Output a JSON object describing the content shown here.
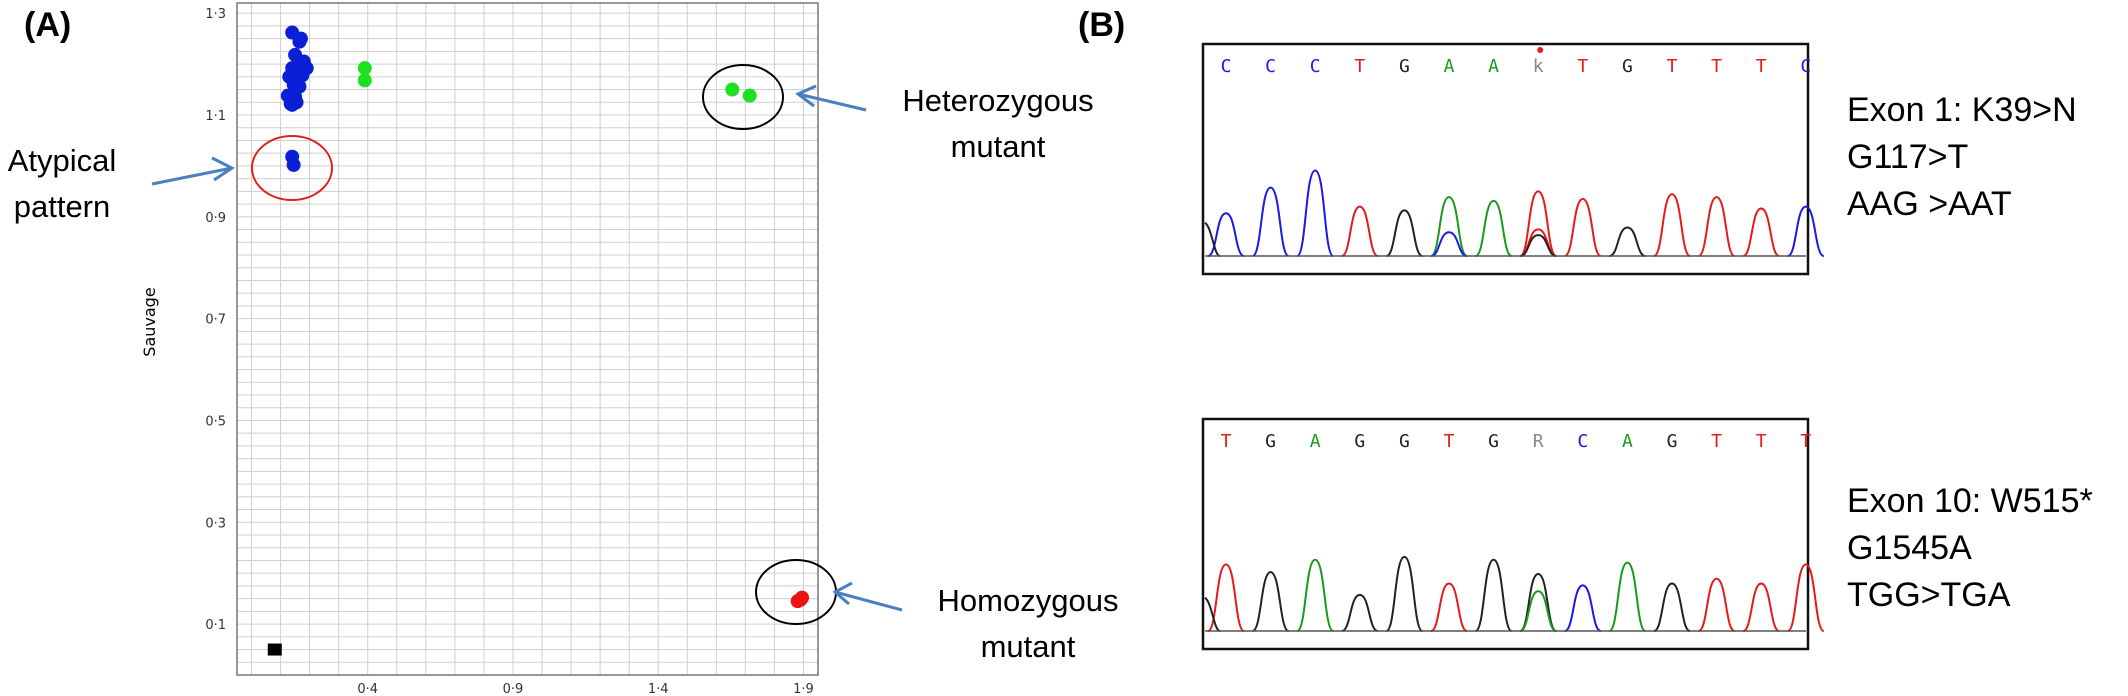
{
  "panels": {
    "a_label": "(A)",
    "b_label": "(B)"
  },
  "scatter": {
    "ylabel": "Sauvage",
    "x_ticks": [
      "0·4",
      "0·9",
      "1·4",
      "1·9"
    ],
    "y_ticks": [
      "1·3",
      "1·1",
      "0·9",
      "0·7",
      "0·5",
      "0·3",
      "0·1"
    ],
    "annotations": {
      "atypical": [
        "Atypical",
        "pattern"
      ],
      "heterozygous": [
        "Heterozygous",
        "mutant"
      ],
      "homozygous": [
        "Homozygous",
        "mutant"
      ]
    }
  },
  "chart_data": {
    "type": "scatter",
    "xlim": [
      -0.05,
      1.95
    ],
    "ylim": [
      0.0,
      1.32
    ],
    "x_ticks": [
      0.4,
      0.9,
      1.4,
      1.9
    ],
    "y_ticks": [
      1.3,
      1.1,
      0.9,
      0.7,
      0.5,
      0.3,
      0.1
    ],
    "ylabel": "Sauvage",
    "grid": true,
    "series": [
      {
        "color": "#0a1fd6",
        "points": [
          [
            0.14,
            1.262
          ],
          [
            0.17,
            1.25
          ],
          [
            0.165,
            1.244
          ],
          [
            0.15,
            1.218
          ],
          [
            0.18,
            1.205
          ],
          [
            0.16,
            1.198
          ],
          [
            0.14,
            1.192
          ],
          [
            0.19,
            1.192
          ],
          [
            0.13,
            1.175
          ],
          [
            0.155,
            1.175
          ],
          [
            0.175,
            1.178
          ],
          [
            0.145,
            1.16
          ],
          [
            0.165,
            1.156
          ],
          [
            0.125,
            1.138
          ],
          [
            0.15,
            1.136
          ],
          [
            0.135,
            1.122
          ],
          [
            0.155,
            1.125
          ],
          [
            0.14,
            1.12
          ],
          [
            0.14,
            1.018
          ],
          [
            0.145,
            1.002
          ]
        ]
      },
      {
        "color": "#1fe01f",
        "points": [
          [
            0.39,
            1.192
          ],
          [
            0.39,
            1.168
          ],
          [
            1.655,
            1.15
          ],
          [
            1.715,
            1.138
          ]
        ]
      },
      {
        "color": "#ee1111",
        "points": [
          [
            1.88,
            0.145
          ],
          [
            1.895,
            0.152
          ],
          [
            1.89,
            0.148
          ]
        ]
      },
      {
        "color": "#000000",
        "marker": "square",
        "points": [
          [
            0.08,
            0.05
          ]
        ]
      }
    ]
  },
  "chromatograms": [
    {
      "bases": [
        "C",
        "C",
        "C",
        "T",
        "G",
        "A",
        "A",
        "k",
        "T",
        "G",
        "T",
        "T",
        "T",
        "C"
      ],
      "marked_index": 7,
      "mutation": [
        "Exon 1: K39>N",
        "G117>T",
        "AAG >AAT"
      ]
    },
    {
      "bases": [
        "T",
        "G",
        "A",
        "G",
        "G",
        "T",
        "G",
        "R",
        "C",
        "A",
        "G",
        "T",
        "T",
        "T"
      ],
      "marked_index": -1,
      "mutation": [
        "Exon 10: W515*",
        "G1545A",
        "TGG>TGA"
      ]
    }
  ],
  "colors": {
    "A": "#1a9a1a",
    "C": "#1a1ae6",
    "G": "#222222",
    "T": "#e61a1a",
    "ambiguous": "#888888",
    "arrow": "#4a7fc0",
    "het_circle": "#000000",
    "atyp_circle": "#e02020"
  }
}
